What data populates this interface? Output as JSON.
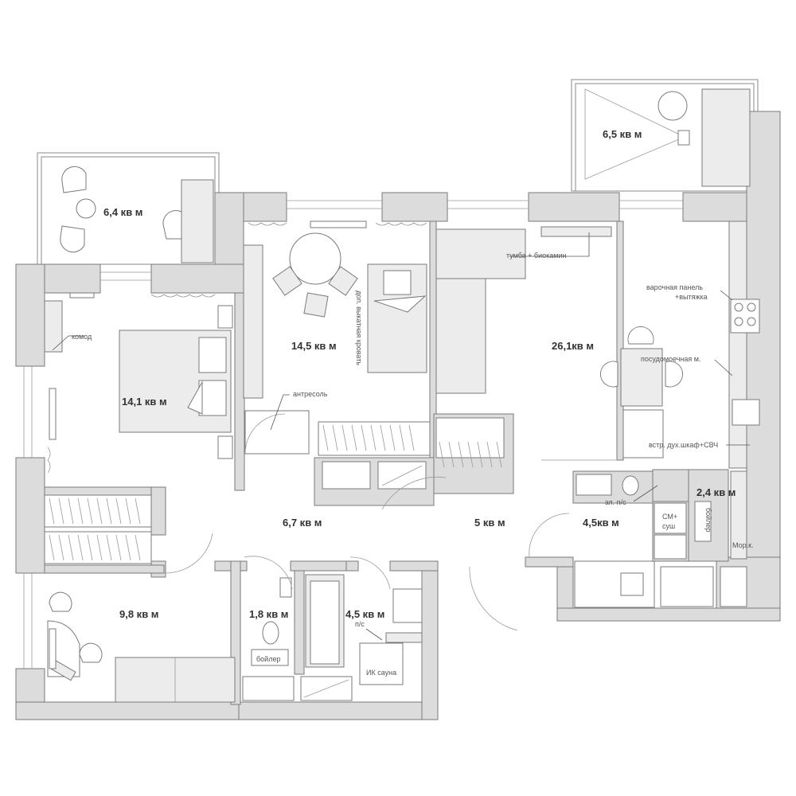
{
  "rooms": {
    "balcony_left": "6,4 кв м",
    "balcony_right": "6,5 кв м",
    "bedroom": "14,1 кв м",
    "kids_room": "14,5 кв м",
    "living_room": "26,1кв м",
    "hall": "6,7 кв м",
    "corridor": "5 кв м",
    "laundry": "4,5кв м",
    "closet": "2,4 кв м",
    "study": "9,8 кв м",
    "wc": "1,8 кв м",
    "bathroom": "4,5 кв м"
  },
  "notes": {
    "dresser": "комод",
    "mezzanine": "антресоль",
    "pullout_bed": "доп. выкатная кровать",
    "tv_stand": "тумба + биокамин",
    "cooktop": "варочная панель",
    "hood": "+вытяжка",
    "dishwasher": "посудомоечная м.",
    "oven": "встр. дух.шкаф+СВЧ",
    "el_panel": "эл. п/с",
    "washer": "СМ+",
    "dryer": "суш",
    "boiler_right": "бойлер",
    "freezer": "Мор.к.",
    "boiler_wc": "бойлер",
    "riser": "п/с",
    "sauna": "ИК сауна"
  },
  "colors": {
    "wall_fill": "#dcdcdc",
    "line": "#7a7a7a",
    "furniture": "#ececec",
    "text": "#333333"
  }
}
